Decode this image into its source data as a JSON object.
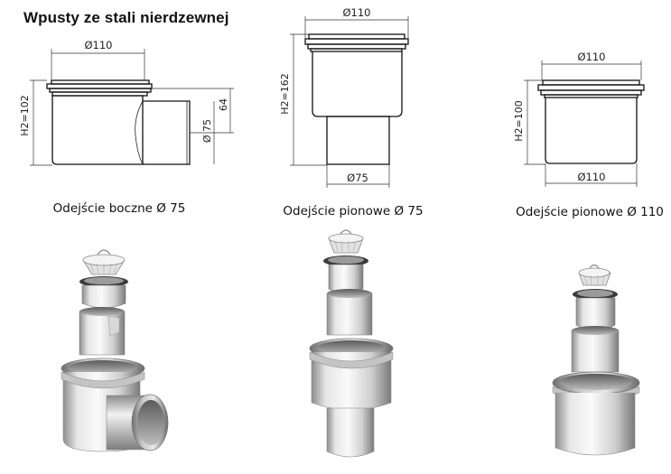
{
  "title": "Wpusty ze stali nierdzewnej",
  "variants": [
    {
      "caption": "Odejście boczne Ø 75",
      "dims": {
        "top_diameter": "Ø110",
        "height": "H2=102",
        "outlet_diameter": "Ø 75",
        "outlet_height": "64"
      }
    },
    {
      "caption": "Odejście pionowe Ø 75",
      "dims": {
        "top_diameter": "Ø110",
        "height": "H2=162",
        "bottom_diameter": "Ø75"
      }
    },
    {
      "caption": "Odejście pionowe Ø 110",
      "dims": {
        "top_diameter": "Ø110",
        "height": "H2=100",
        "bottom_diameter": "Ø110"
      }
    }
  ]
}
